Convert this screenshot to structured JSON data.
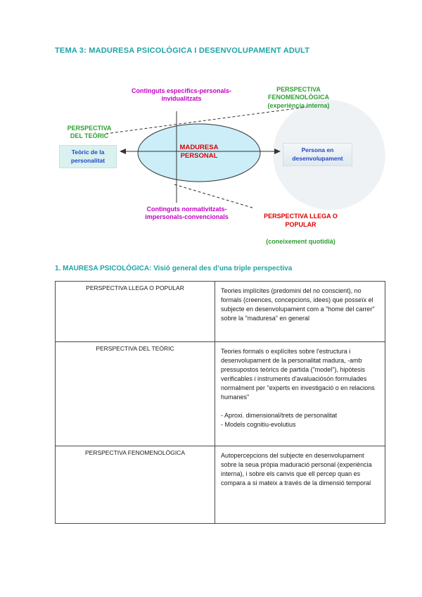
{
  "page": {
    "title": "TEMA 3: MADURESA PSICOLÒGICA I DESENVOLUPAMENT ADULT",
    "section_heading": "1. MAURESA PSICOLÒGICA: Visió general des d’una triple perspectiva"
  },
  "diagram": {
    "center_label": "MADURESA\nPERSONAL",
    "top_label": "Continguts especifics-personals-\ninvidualitzats",
    "top_right_label": "PERSPECTIVA\nFENOMENOLÒGICA\n(experiència interna)",
    "left_label": "PERSPECTIVA\nDEL TEÒRIC",
    "left_box": "Teòric de la\npersonalitat",
    "right_box": "Persona en\ndesenvolupament",
    "bottom_label": "Continguts normativitzats-\nimpersonals-convencionals",
    "bottom_right_label": "PERSPECTIVA LLEGA O\nPOPULAR",
    "bottom_right_sub": "(coneixement quotidià)"
  },
  "table": {
    "rows": [
      {
        "perspective": "PERSPECTIVA LLEGA O POPULAR",
        "description": "Teories implícites (predomini del no conscient), no formals (creences, concepcions, idees) que posseïx el subjecte en desenvolupament com a \"home del carrer\" sobre la \"maduresa\" en general"
      },
      {
        "perspective": "PERSPECTIVA DEL TEÒRIC",
        "description": "Teories formals o explícites sobre l'estructura i desenvolupament de la personalitat madura, -amb pressupostos teòrics de partida (\"model\"), hipòtesis verificables i instruments d'avaluaciósón formulades normalment per \"experts en investigació o en relacions humanes\"\n\n- Aproxi. dimensional/trets de personalitat\n- Models cognitiu-evolutius"
      },
      {
        "perspective": "PERSPECTIVA FENOMENOLÒGICA",
        "description": "Autopercepcions del subjecte en desenvolupament sobre la seua pròpia maduració personal (experiència interna), i sobre els canvis que ell percep quan es compara a si mateix a través de la dimensió temporal"
      }
    ]
  },
  "colors": {
    "heading_teal": "#1fa3a6",
    "magenta": "#c400c4",
    "green": "#2e9e33",
    "blue": "#2247c7",
    "red": "#dd0000",
    "ellipse_fill": "#cbeef8"
  }
}
